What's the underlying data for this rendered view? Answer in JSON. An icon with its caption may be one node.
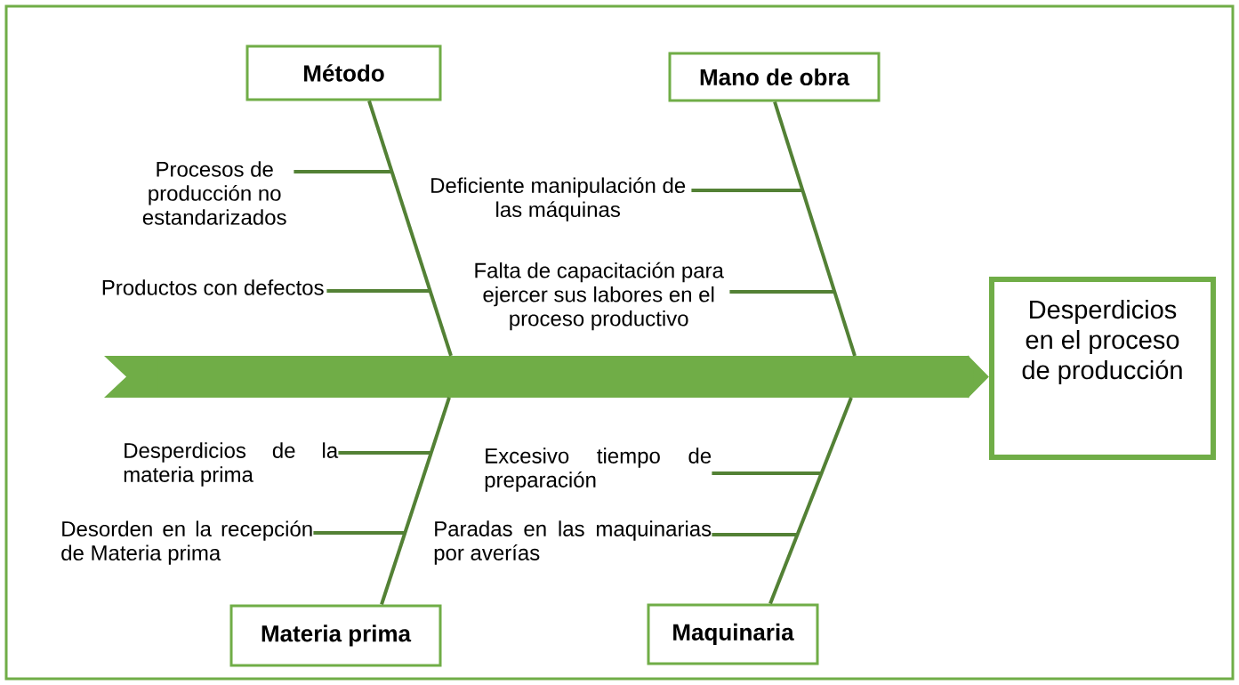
{
  "diagram": {
    "nodes": [
      {
        "text": [
          "Método"
        ]
      },
      {
        "text": [
          "Mano de obra"
        ]
      },
      {
        "text": [
          "Procesos de producción no estandarizados"
        ]
      },
      {
        "text": [
          "Deficiente manipulación de las máquinas"
        ]
      },
      {
        "text": [
          "Productos con defectos"
        ]
      },
      {
        "text": [
          "Falta de capacitación para ejercer sus labores en el proceso productivo"
        ]
      },
      {
        "text": [
          "Desperdicios en el proceso de producción"
        ]
      },
      {
        "text": [
          "Desperdicios de la materia prima"
        ]
      },
      {
        "text": [
          "Excesivo tiempo de preparación"
        ]
      },
      {
        "text": [
          "Desorden en la recepción de Materia prima"
        ]
      },
      {
        "text": [
          "Paradas en las maquinarias por averías"
        ]
      },
      {
        "text": [
          "Materia prima"
        ]
      },
      {
        "text": [
          "Maquinaria"
        ]
      }
    ],
    "edges": [
      {
        "from": null,
        "to": 6,
        "arrow": "to",
        "style": "thick"
      },
      {
        "from": 0,
        "to": null,
        "arrow": "none"
      },
      {
        "from": 1,
        "to": null,
        "arrow": "none"
      },
      {
        "from": 11,
        "to": null,
        "arrow": "none"
      },
      {
        "from": 12,
        "to": null,
        "arrow": "none"
      },
      {
        "from": 2,
        "to": null,
        "arrow": "none"
      },
      {
        "from": 3,
        "to": null,
        "arrow": "none"
      },
      {
        "from": 4,
        "to": null,
        "arrow": "none"
      },
      {
        "from": 5,
        "to": null,
        "arrow": "none"
      },
      {
        "from": 7,
        "to": null,
        "arrow": "none"
      },
      {
        "from": 8,
        "to": null,
        "arrow": "none"
      },
      {
        "from": 9,
        "to": null,
        "arrow": "none"
      },
      {
        "from": 10,
        "to": null,
        "arrow": "none"
      }
    ]
  }
}
